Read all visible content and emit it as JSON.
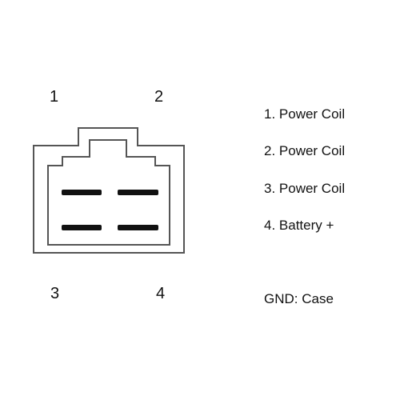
{
  "pins": [
    {
      "number": "1"
    },
    {
      "number": "2"
    },
    {
      "number": "3"
    },
    {
      "number": "4"
    }
  ],
  "legend": [
    "1. Power Coil",
    "2. Power Coil",
    "3. Power Coil",
    "4. Battery +"
  ],
  "ground": "GND: Case",
  "colors": {
    "outline": "#555555",
    "terminal": "#111111",
    "text": "#111111"
  }
}
